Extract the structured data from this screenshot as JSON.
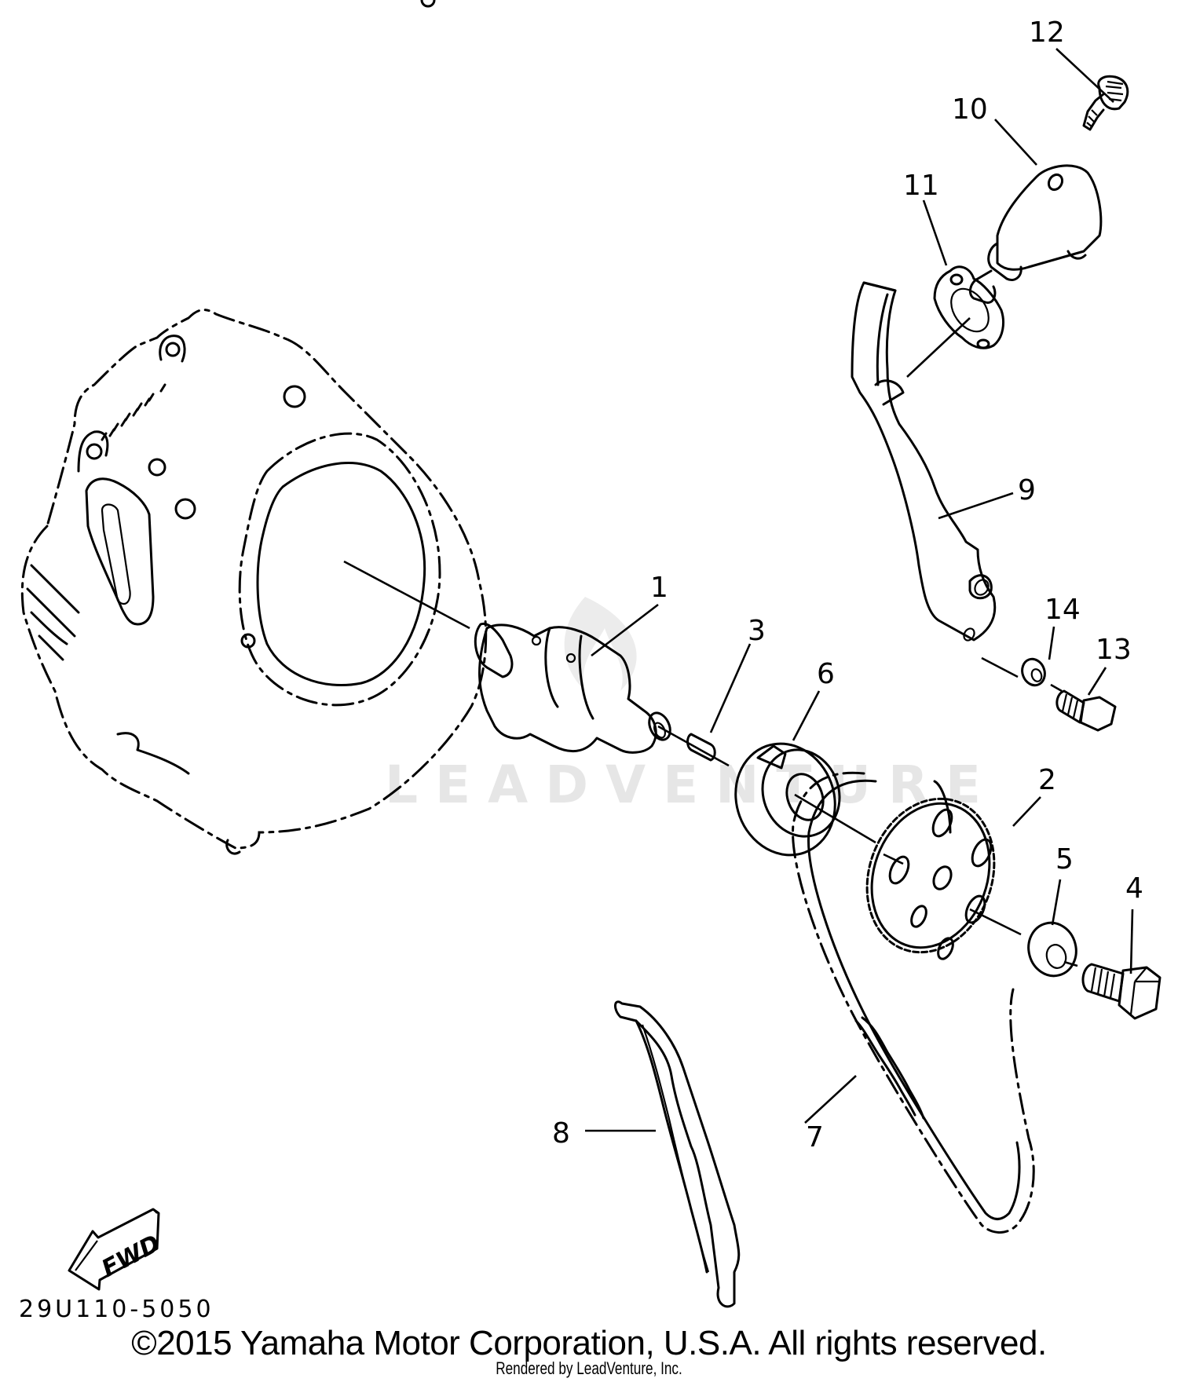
{
  "diagram": {
    "title": "Camshaft & Chain exploded parts diagram",
    "watermark": "LEADVENTURE",
    "part_code": "29U110-5050",
    "fwd_label": "FWD",
    "callouts": [
      {
        "id": "1",
        "label": "1",
        "part": "camshaft"
      },
      {
        "id": "2",
        "label": "2",
        "part": "cam sprocket"
      },
      {
        "id": "3",
        "label": "3",
        "part": "pin"
      },
      {
        "id": "4",
        "label": "4",
        "part": "bolt"
      },
      {
        "id": "5",
        "label": "5",
        "part": "washer"
      },
      {
        "id": "6",
        "label": "6",
        "part": "bearing"
      },
      {
        "id": "7",
        "label": "7",
        "part": "cam chain"
      },
      {
        "id": "8",
        "label": "8",
        "part": "chain guide (exhaust side)"
      },
      {
        "id": "9",
        "label": "9",
        "part": "chain guide (intake side)"
      },
      {
        "id": "10",
        "label": "10",
        "part": "tensioner assembly"
      },
      {
        "id": "11",
        "label": "11",
        "part": "gasket"
      },
      {
        "id": "12",
        "label": "12",
        "part": "bolt"
      },
      {
        "id": "13",
        "label": "13",
        "part": "bolt"
      },
      {
        "id": "14",
        "label": "14",
        "part": "washer"
      }
    ]
  },
  "footer": {
    "copyright": "©2015 Yamaha Motor Corporation, U.S.A. All rights reserved.",
    "rendered_by": "Rendered by LeadVenture, Inc."
  }
}
